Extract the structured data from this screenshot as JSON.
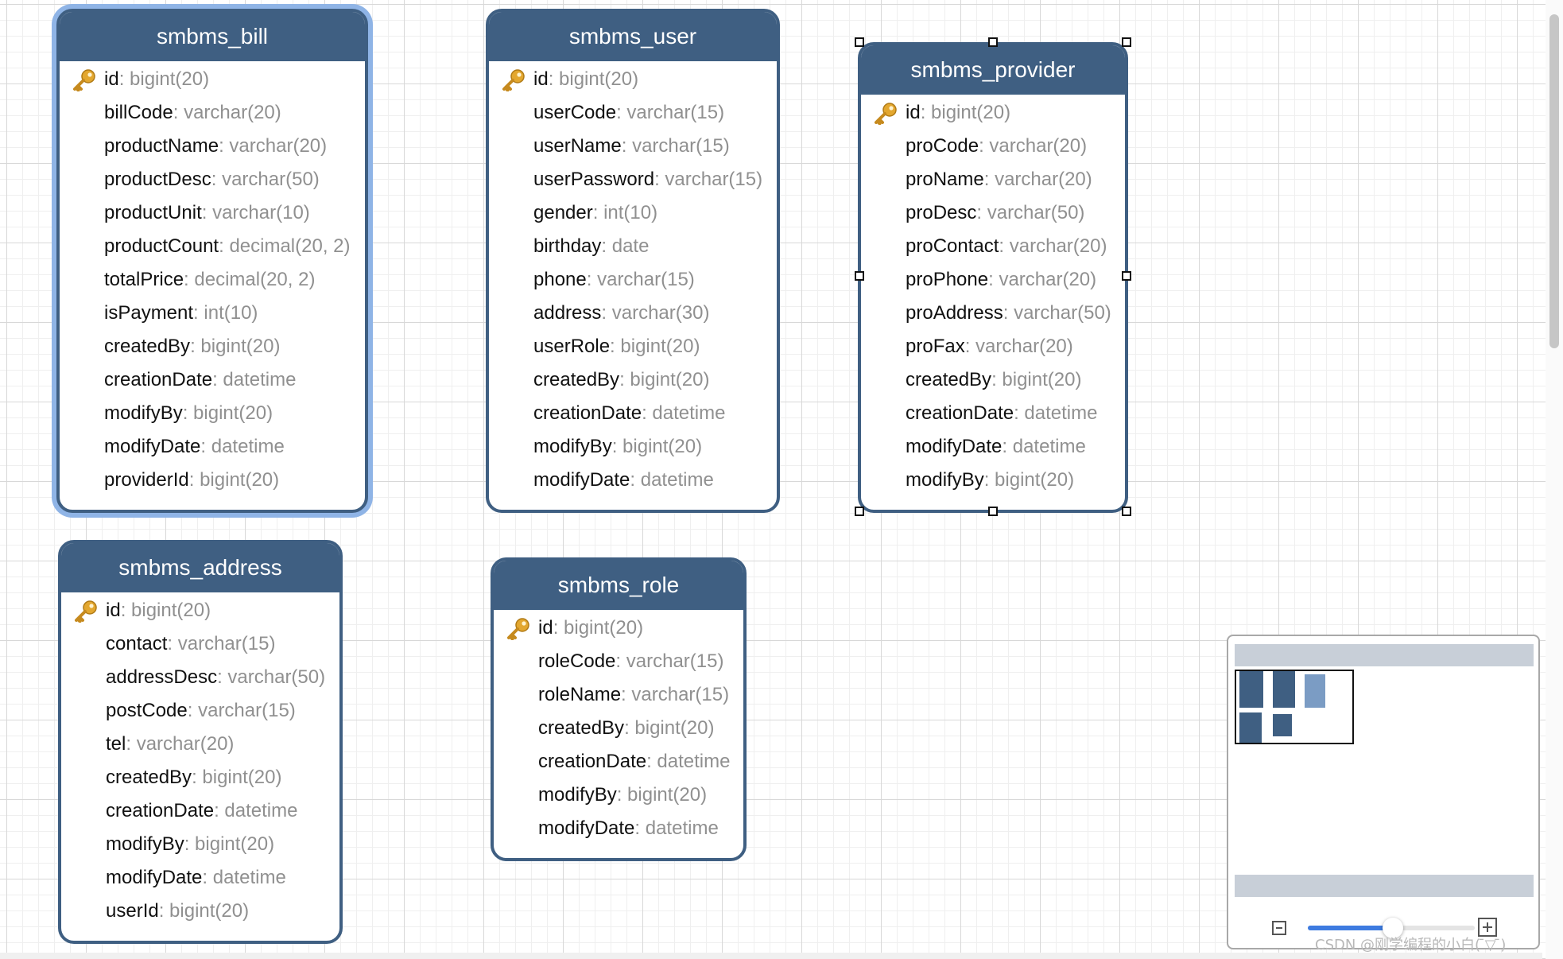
{
  "colors": {
    "header": "#3f5f82",
    "selection": "#8fb4e6",
    "key": "#e3a72f",
    "field_type": "#909090"
  },
  "entities": [
    {
      "title": "smbms_bill",
      "fields": [
        {
          "name": "id",
          "sep": ": ",
          "type": "bigint(20)",
          "key": true
        },
        {
          "name": "billCode",
          "sep": ": ",
          "type": "varchar(20)"
        },
        {
          "name": "productName",
          "sep": ": ",
          "type": "varchar(20)"
        },
        {
          "name": "productDesc",
          "sep": ": ",
          "type": "varchar(50)"
        },
        {
          "name": "productUnit",
          "sep": ": ",
          "type": "varchar(10)"
        },
        {
          "name": "productCount",
          "sep": ": ",
          "type": "decimal(20, 2)"
        },
        {
          "name": "totalPrice",
          "sep": ": ",
          "type": "decimal(20, 2)"
        },
        {
          "name": "isPayment",
          "sep": ": ",
          "type": "int(10)"
        },
        {
          "name": "createdBy",
          "sep": ": ",
          "type": "bigint(20)"
        },
        {
          "name": "creationDate",
          "sep": ": ",
          "type": "datetime"
        },
        {
          "name": "modifyBy",
          "sep": ": ",
          "type": "bigint(20)"
        },
        {
          "name": "modifyDate",
          "sep": ": ",
          "type": "datetime"
        },
        {
          "name": "providerId",
          "sep": ": ",
          "type": "bigint(20)"
        }
      ]
    },
    {
      "title": "smbms_user",
      "fields": [
        {
          "name": "id",
          "sep": ": ",
          "type": "bigint(20)",
          "key": true
        },
        {
          "name": "userCode",
          "sep": ": ",
          "type": "varchar(15)"
        },
        {
          "name": "userName",
          "sep": ": ",
          "type": "varchar(15)"
        },
        {
          "name": "userPassword",
          "sep": ": ",
          "type": "varchar(15)"
        },
        {
          "name": "gender",
          "sep": ": ",
          "type": "int(10)"
        },
        {
          "name": "birthday",
          "sep": ": ",
          "type": "date"
        },
        {
          "name": "phone",
          "sep": ": ",
          "type": "varchar(15)"
        },
        {
          "name": "address",
          "sep": ": ",
          "type": "varchar(30)"
        },
        {
          "name": "userRole",
          "sep": ": ",
          "type": "bigint(20)"
        },
        {
          "name": "createdBy",
          "sep": ": ",
          "type": "bigint(20)"
        },
        {
          "name": "creationDate",
          "sep": ": ",
          "type": "datetime"
        },
        {
          "name": "modifyBy",
          "sep": ": ",
          "type": "bigint(20)"
        },
        {
          "name": "modifyDate",
          "sep": ": ",
          "type": "datetime"
        }
      ]
    },
    {
      "title": "smbms_provider",
      "fields": [
        {
          "name": "id",
          "sep": ": ",
          "type": "bigint(20)",
          "key": true
        },
        {
          "name": "proCode",
          "sep": ": ",
          "type": "varchar(20)"
        },
        {
          "name": "proName",
          "sep": ": ",
          "type": "varchar(20)"
        },
        {
          "name": "proDesc",
          "sep": ": ",
          "type": "varchar(50)"
        },
        {
          "name": "proContact",
          "sep": ": ",
          "type": "varchar(20)"
        },
        {
          "name": "proPhone",
          "sep": ": ",
          "type": "varchar(20)"
        },
        {
          "name": "proAddress",
          "sep": ": ",
          "type": "varchar(50)"
        },
        {
          "name": "proFax",
          "sep": ": ",
          "type": "varchar(20)"
        },
        {
          "name": "createdBy",
          "sep": ": ",
          "type": "bigint(20)"
        },
        {
          "name": "creationDate",
          "sep": ": ",
          "type": "datetime"
        },
        {
          "name": "modifyDate",
          "sep": ": ",
          "type": "datetime"
        },
        {
          "name": "modifyBy",
          "sep": ": ",
          "type": "bigint(20)"
        }
      ]
    },
    {
      "title": "smbms_address",
      "fields": [
        {
          "name": "id",
          "sep": ": ",
          "type": "bigint(20)",
          "key": true
        },
        {
          "name": "contact",
          "sep": ": ",
          "type": "varchar(15)"
        },
        {
          "name": "addressDesc",
          "sep": ": ",
          "type": "varchar(50)"
        },
        {
          "name": "postCode",
          "sep": ": ",
          "type": "varchar(15)"
        },
        {
          "name": "tel",
          "sep": ": ",
          "type": "varchar(20)"
        },
        {
          "name": "createdBy",
          "sep": ": ",
          "type": "bigint(20)"
        },
        {
          "name": "creationDate",
          "sep": ": ",
          "type": "datetime"
        },
        {
          "name": "modifyBy",
          "sep": ": ",
          "type": "bigint(20)"
        },
        {
          "name": "modifyDate",
          "sep": ": ",
          "type": "datetime"
        },
        {
          "name": "userId",
          "sep": ": ",
          "type": "bigint(20)"
        }
      ]
    },
    {
      "title": "smbms_role",
      "fields": [
        {
          "name": "id",
          "sep": ": ",
          "type": "bigint(20)",
          "key": true
        },
        {
          "name": "roleCode",
          "sep": ": ",
          "type": "varchar(15)"
        },
        {
          "name": "roleName",
          "sep": ": ",
          "type": "varchar(15)"
        },
        {
          "name": "createdBy",
          "sep": ": ",
          "type": "bigint(20)"
        },
        {
          "name": "creationDate",
          "sep": ": ",
          "type": "datetime"
        },
        {
          "name": "modifyBy",
          "sep": ": ",
          "type": "bigint(20)"
        },
        {
          "name": "modifyDate",
          "sep": ": ",
          "type": "datetime"
        }
      ]
    }
  ],
  "watermark": "CSDN @刚学编程的小白( ̄▽ ̄)"
}
